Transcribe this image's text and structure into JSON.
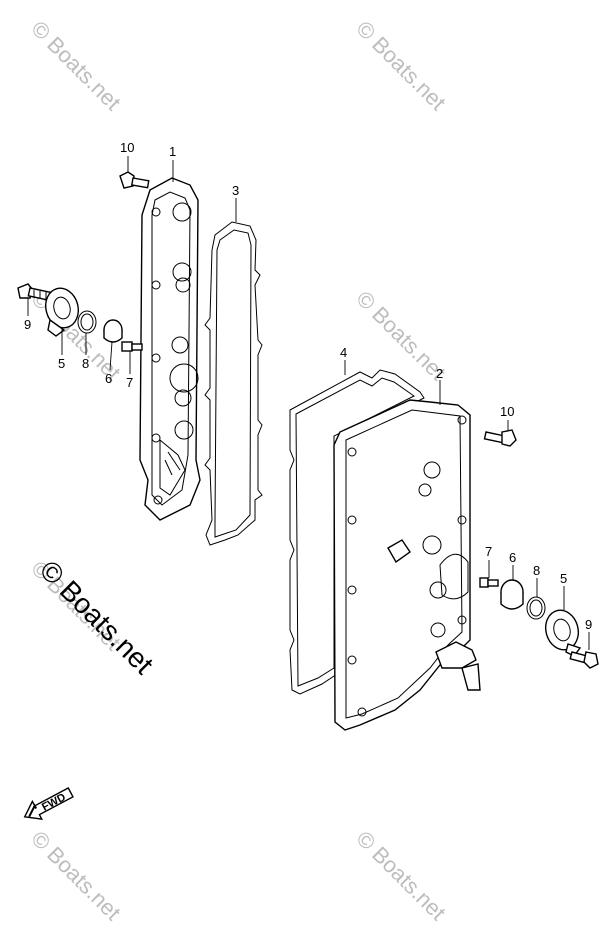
{
  "watermark": {
    "text": "© Boats.net",
    "side_text": "© Boats.net"
  },
  "callouts": {
    "c1": "1",
    "c2": "2",
    "c3": "3",
    "c4": "4",
    "c5_left": "5",
    "c5_right": "5",
    "c6_left": "6",
    "c6_right": "6",
    "c7_left": "7",
    "c7_right": "7",
    "c8_left": "8",
    "c8_right": "8",
    "c9_left": "9",
    "c9_right": "9",
    "c10_left": "10",
    "c10_right": "10"
  },
  "fwd_label": "FWD",
  "icons": {
    "fwd_arrow": "fwd-arrow-icon"
  }
}
